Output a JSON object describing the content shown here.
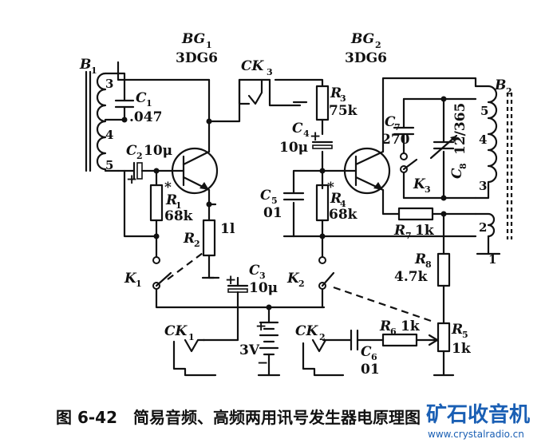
{
  "diagram": {
    "caption": "图 6-42　简易音频、高频两用讯号发生器电原理图",
    "watermark": {
      "text": "矿石收音机",
      "url": "www.crystalradio.cn"
    },
    "components": {
      "B1": {
        "name": "B",
        "sub": "1",
        "pins": [
          "3",
          "4",
          "5"
        ]
      },
      "B2": {
        "name": "B",
        "sub": "2",
        "pins": [
          "5",
          "4",
          "3",
          "2",
          "1"
        ]
      },
      "BG1": {
        "name": "BG",
        "sub": "1",
        "model": "3DG6"
      },
      "BG2": {
        "name": "BG",
        "sub": "2",
        "model": "3DG6"
      },
      "C1": {
        "name": "C",
        "sub": "1",
        "value": ".047"
      },
      "C2": {
        "name": "C",
        "sub": "2",
        "value": "10μ"
      },
      "C3": {
        "name": "C",
        "sub": "3",
        "value": "10μ"
      },
      "C4": {
        "name": "C",
        "sub": "4",
        "value": "10μ"
      },
      "C5": {
        "name": "C",
        "sub": "5",
        "value": "01"
      },
      "C6": {
        "name": "C",
        "sub": "6",
        "value": "01"
      },
      "C7": {
        "name": "C",
        "sub": "7",
        "value": "270"
      },
      "C8": {
        "name": "C",
        "sub": "8",
        "value": "12/365"
      },
      "R1": {
        "name": "R",
        "sub": "1",
        "value": "68k"
      },
      "R2": {
        "name": "R",
        "sub": "2",
        "value": "1l"
      },
      "R3": {
        "name": "R",
        "sub": "3",
        "value": "75k"
      },
      "R4": {
        "name": "R",
        "sub": "4",
        "value": "68k"
      },
      "R5": {
        "name": "R",
        "sub": "5",
        "value": "1k"
      },
      "R6": {
        "name": "R",
        "sub": "6",
        "value": "1k"
      },
      "R7": {
        "name": "R",
        "sub": "7",
        "value": "1k"
      },
      "R8": {
        "name": "R",
        "sub": "8",
        "value": "4.7k"
      },
      "K1": {
        "name": "K",
        "sub": "1"
      },
      "K2": {
        "name": "K",
        "sub": "2"
      },
      "K3": {
        "name": "K",
        "sub": "3"
      },
      "CK1": {
        "name": "CK",
        "sub": "1"
      },
      "CK2": {
        "name": "CK",
        "sub": "2"
      },
      "CK3": {
        "name": "CK",
        "sub": "3"
      },
      "battery": {
        "value": "3V"
      }
    },
    "marks": {
      "star": "*",
      "plus": "+",
      "minus": "−"
    }
  }
}
